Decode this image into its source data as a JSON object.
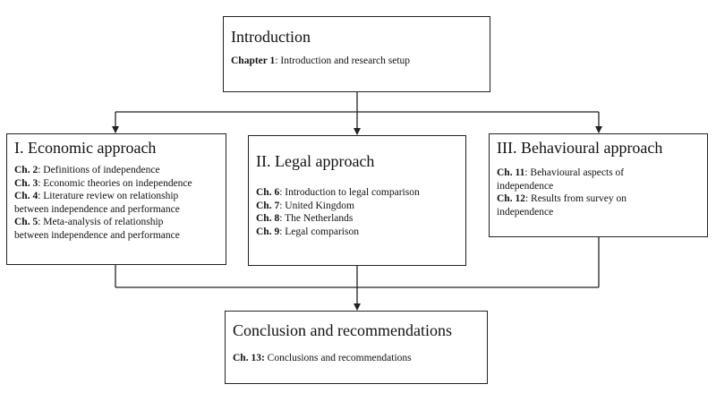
{
  "introduction": {
    "title": "Introduction",
    "items": [
      {
        "ref": "Chapter 1",
        "text": ": Introduction and research setup"
      }
    ]
  },
  "economic": {
    "title": "I. Economic approach",
    "items": [
      {
        "ref": "Ch. 2",
        "text": ": Definitions of independence"
      },
      {
        "ref": "Ch. 3",
        "text": ": Economic theories on independence"
      },
      {
        "ref": "Ch. 4",
        "text": ": Literature review on relationship"
      },
      {
        "ref": "",
        "text": "between independence and performance"
      },
      {
        "ref": "Ch. 5",
        "text": ": Meta-analysis of relationship"
      },
      {
        "ref": "",
        "text": "between independence and performance"
      }
    ]
  },
  "legal": {
    "title": "II. Legal approach",
    "items": [
      {
        "ref": "Ch. 6",
        "text": ": Introduction to legal comparison"
      },
      {
        "ref": "Ch. 7",
        "text": ": United Kingdom"
      },
      {
        "ref": "Ch. 8",
        "text": ": The Netherlands"
      },
      {
        "ref": "Ch. 9",
        "text": ": Legal comparison"
      }
    ]
  },
  "behavioural": {
    "title": "III. Behavioural approach",
    "items": [
      {
        "ref": "Ch. 11",
        "text": ": Behavioural aspects of"
      },
      {
        "ref": "",
        "text": "independence"
      },
      {
        "ref": "Ch. 12",
        "text": ": Results from survey on"
      },
      {
        "ref": "",
        "text": "independence"
      }
    ]
  },
  "conclusion": {
    "title": "Conclusion and recommendations",
    "items": [
      {
        "ref": "Ch. 13:",
        "text": " Conclusions and recommendations"
      }
    ]
  },
  "colors": {
    "line": "#222222",
    "text": "#111111",
    "background": "#ffffff"
  }
}
